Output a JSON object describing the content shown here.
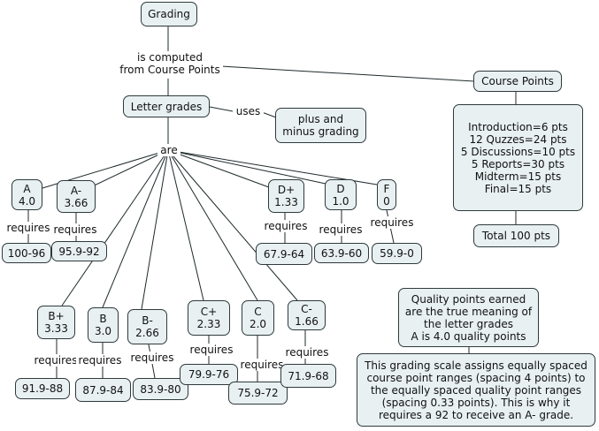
{
  "nodes": {
    "grading": "Grading",
    "letter_grades": "Letter grades",
    "course_points": "Course Points",
    "plus_minus": "plus and\nminus grading",
    "course_breakdown": "Introduction=6 pts\n12 Quzzes=24 pts\n5 Discussions=10 pts\n5 Reports=30 pts\nMidterm=15 pts\nFinal=15 pts",
    "total": "Total 100 pts",
    "quality_points": "Quality points earned\nare the true meaning of\nthe letter grades\nA is 4.0 quality points",
    "scale_note": "This grading scale assigns equally spaced\ncourse point ranges (spacing 4 points) to\nthe equally spaced quality point ranges\n(spacing 0.33 points).  This is why it\nrequires a 92 to receive an A- grade.",
    "grades": [
      {
        "letter": "A\n4.0",
        "range": "100-96"
      },
      {
        "letter": "A-\n3.66",
        "range": "95.9-92"
      },
      {
        "letter": "B+\n3.33",
        "range": "91.9-88"
      },
      {
        "letter": "B\n3.0",
        "range": "87.9-84"
      },
      {
        "letter": "B-\n2.66",
        "range": "83.9-80"
      },
      {
        "letter": "C+\n2.33",
        "range": "79.9-76"
      },
      {
        "letter": "C\n2.0",
        "range": "75.9-72"
      },
      {
        "letter": "C-\n1.66",
        "range": "71.9-68"
      },
      {
        "letter": "D+\n1.33",
        "range": "67.9-64"
      },
      {
        "letter": "D\n1.0",
        "range": "63.9-60"
      },
      {
        "letter": "F\n0",
        "range": "59.9-0"
      }
    ]
  },
  "links": {
    "computed": "is computed\nfrom Course Points",
    "uses": "uses",
    "are": "are",
    "requires": "requires"
  }
}
